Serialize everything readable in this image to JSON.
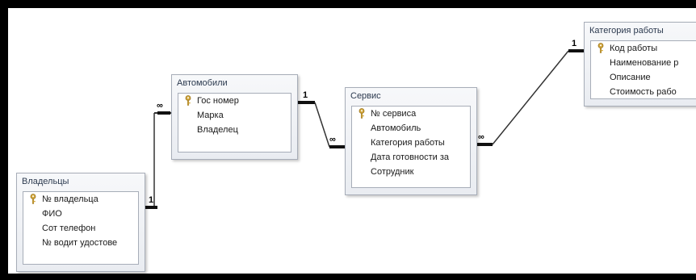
{
  "tables": {
    "owners": {
      "title": "Владельцы",
      "fields": [
        "№ владельца",
        "ФИО",
        "Сот телефон",
        "№ водит удостове"
      ],
      "primary_key": "№ владельца"
    },
    "cars": {
      "title": "Автомобили",
      "fields": [
        "Гос номер",
        "Марка",
        "Владелец"
      ],
      "primary_key": "Гос номер"
    },
    "service": {
      "title": "Сервис",
      "fields": [
        "№ сервиса",
        "Автомобиль",
        "Категория работы",
        "Дата готовности за",
        "Сотрудник"
      ],
      "primary_key": "№ сервиса"
    },
    "work_category": {
      "title": "Категория работы",
      "fields": [
        "Код работы",
        "Наименование р",
        "Описание",
        "Стоимость рабо"
      ],
      "primary_key": "Код работы"
    }
  },
  "relationships": [
    {
      "one_side": "Владельцы",
      "many_side": "Автомобили",
      "one_label": "1",
      "many_label": "∞"
    },
    {
      "one_side": "Автомобили",
      "many_side": "Сервис",
      "one_label": "1",
      "many_label": "∞"
    },
    {
      "one_side": "Категория работы",
      "many_side": "Сервис",
      "one_label": "1",
      "many_label": "∞"
    }
  ],
  "colors": {
    "window_bg": "#eceff3",
    "border": "#a7adb8",
    "title_text": "#2c3a4f",
    "key_icon": "#d4a93c",
    "line": "#333333"
  },
  "icons": {
    "primary_key": "key-icon"
  }
}
